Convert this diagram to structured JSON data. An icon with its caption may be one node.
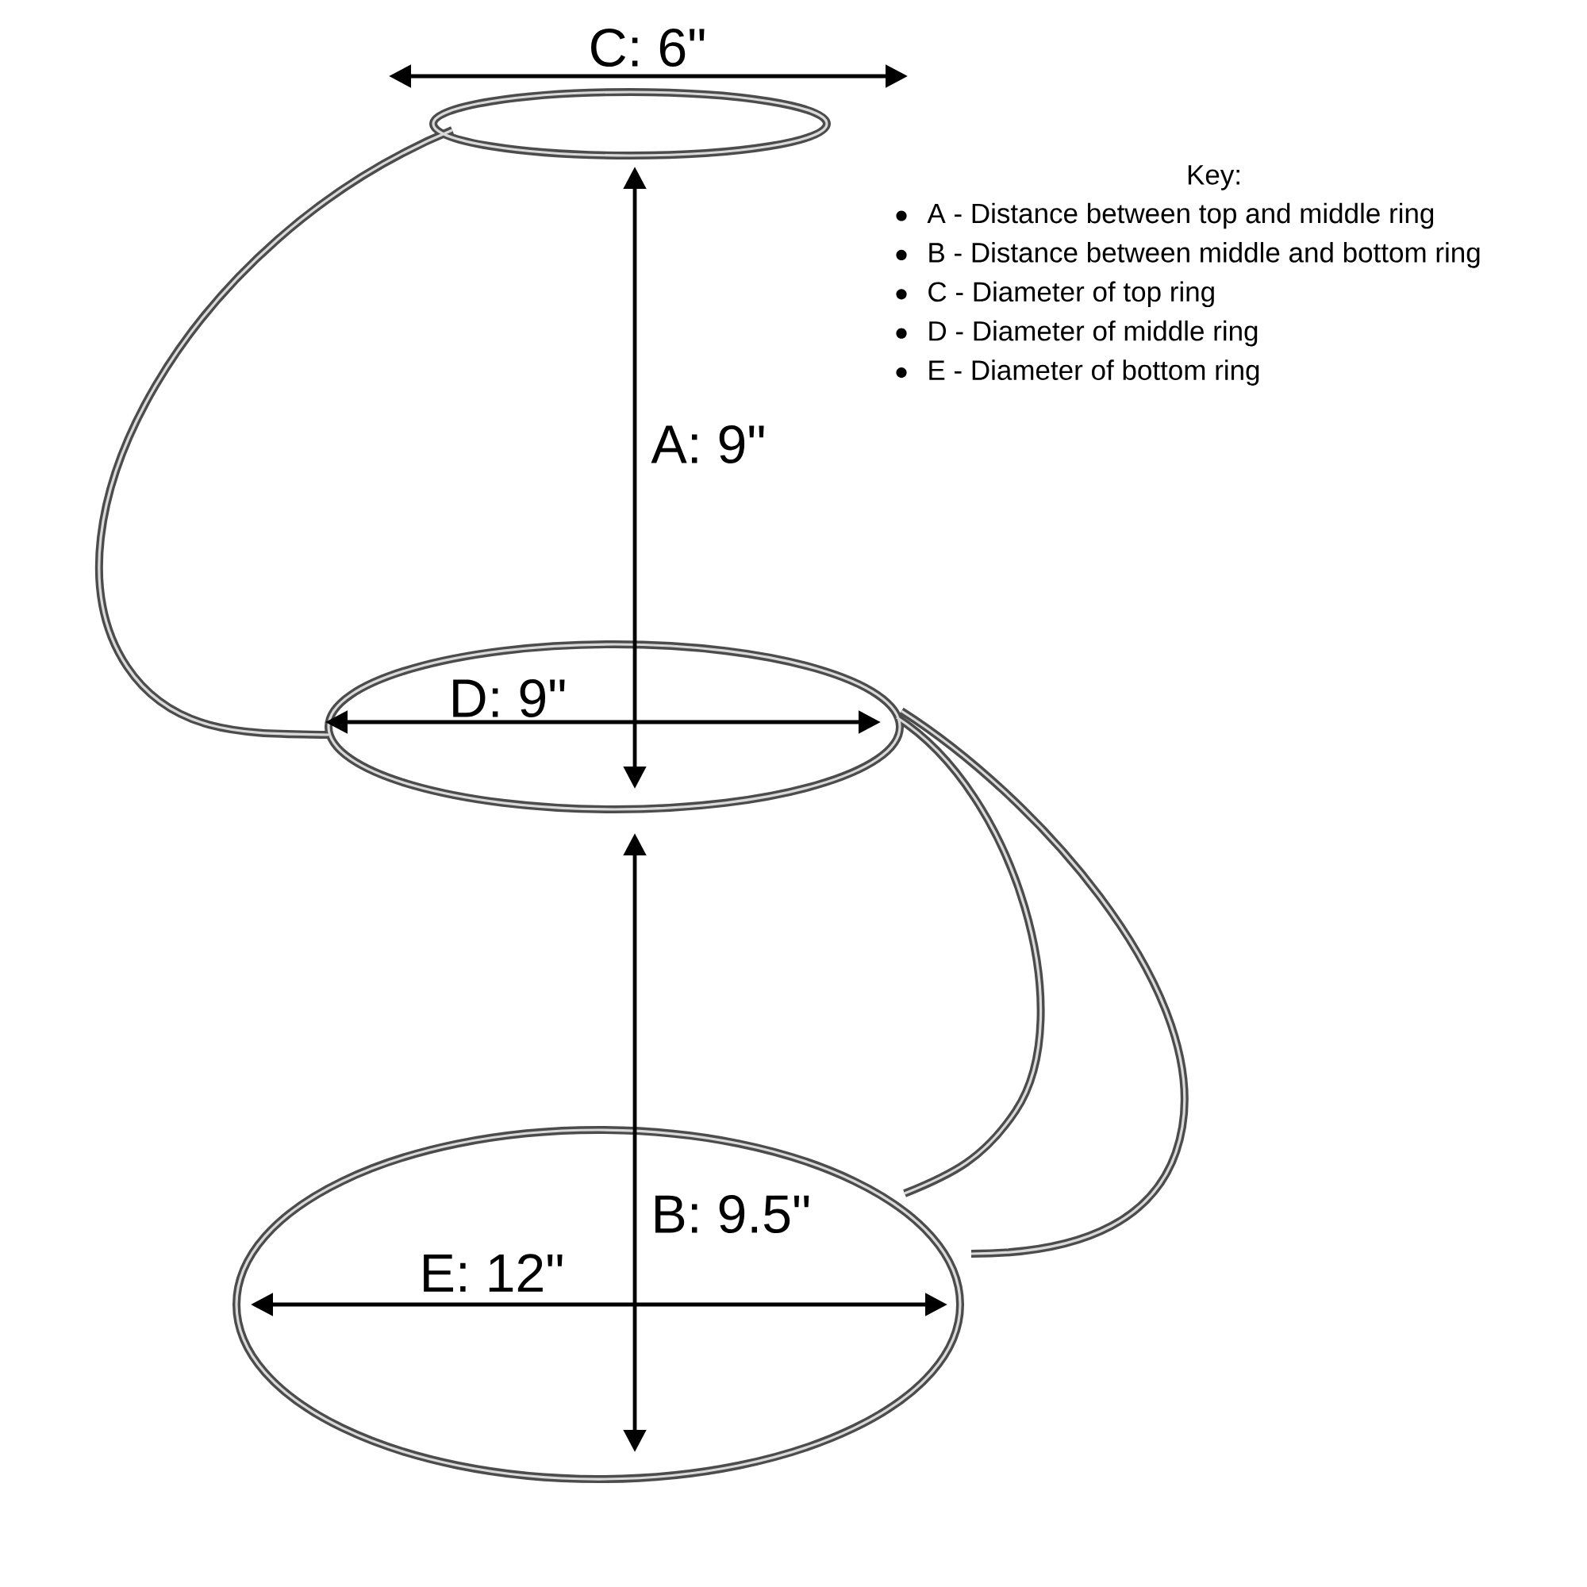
{
  "diagram": {
    "labels": [
      "C: 6\"",
      "Key:",
      "A - Distance between top and middle ring",
      "B - Distance between middle and bottom ring",
      "C - Diameter of top ring",
      "D - Diameter of middle ring",
      "E - Diameter of bottom ring",
      "A: 9\"",
      "D: 9\"",
      "B: 9.5\"",
      "E: 12\""
    ]
  }
}
